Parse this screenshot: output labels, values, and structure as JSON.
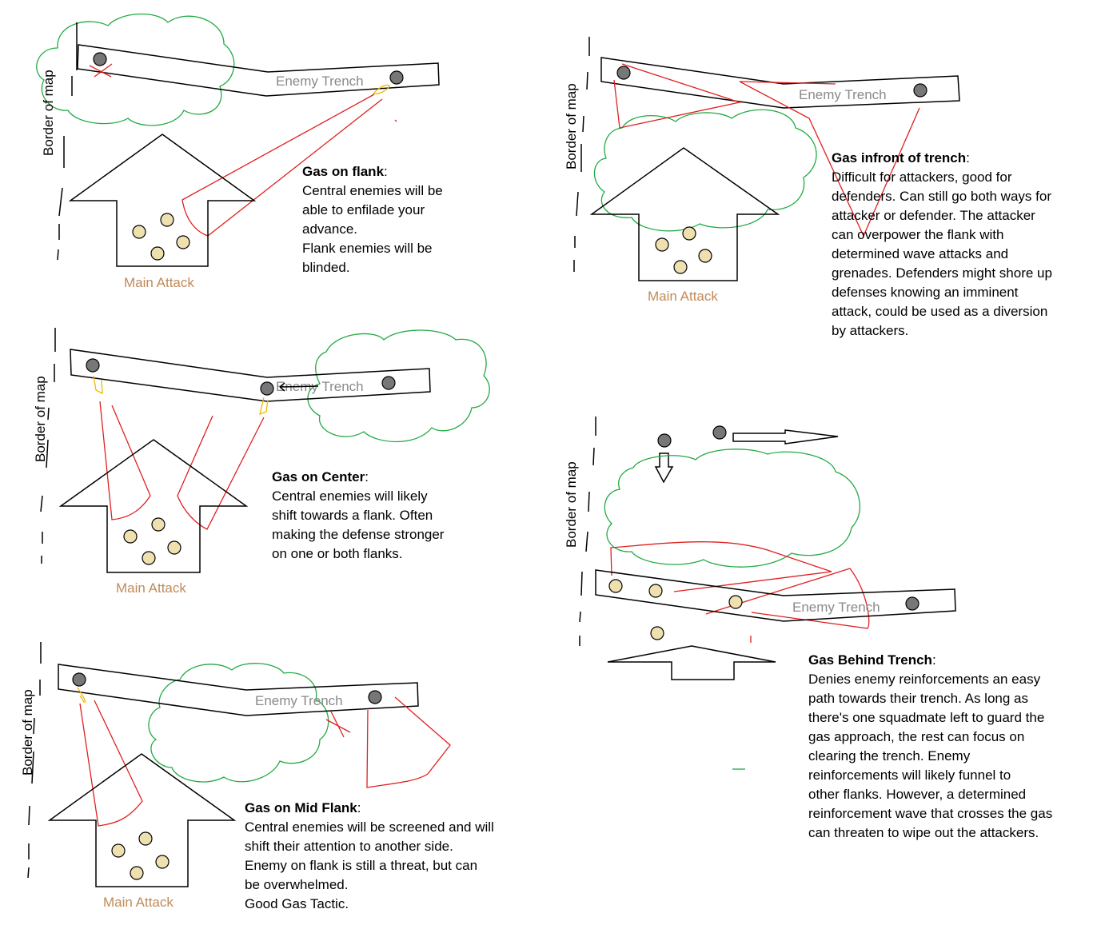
{
  "labels": {
    "enemy_trench": "Enemy Trench",
    "main_attack": "Main Attack",
    "border_of_map": "Border of map"
  },
  "colors": {
    "gas_cloud": "#22aa44",
    "line_of_sight": "#e02020",
    "muzzle_flash": "#f0b800",
    "enemy": "#777777",
    "friendly": "#efe0b0",
    "trench_label": "#8a8a8a",
    "attack_label": "#c08a5a"
  },
  "panels": [
    {
      "id": "gas-on-flank",
      "title": "Gas on flank",
      "lines": [
        "Central enemies will be",
        "able to enfilade your",
        "advance.",
        "Flank enemies will be",
        "blinded."
      ]
    },
    {
      "id": "gas-infront-of-trench",
      "title": "Gas infront of trench",
      "lines": [
        "Difficult for attackers, good for",
        "defenders. Can still go both ways for",
        "attacker or defender. The attacker",
        "can overpower the flank with",
        "determined wave attacks and",
        "grenades. Defenders might shore up",
        "defenses knowing an imminent",
        "attack, could be used as a diversion",
        "by attackers."
      ]
    },
    {
      "id": "gas-on-center",
      "title": "Gas on Center",
      "lines": [
        "Central enemies will likely",
        "shift towards a flank. Often",
        "making the defense stronger",
        "on one or both flanks."
      ]
    },
    {
      "id": "gas-behind-trench",
      "title": "Gas Behind Trench",
      "lines": [
        "Denies enemy reinforcements an easy",
        "path towards their trench. As long as",
        "there's one squadmate left to guard the",
        "gas approach, the rest can focus on",
        "clearing the trench. Enemy",
        "reinforcements will likely funnel to",
        "other flanks. However, a determined",
        "reinforcement wave that crosses the gas",
        "can threaten to wipe out the attackers."
      ]
    },
    {
      "id": "gas-on-mid-flank",
      "title": "Gas on Mid Flank",
      "lines": [
        "Central enemies will be screened and will",
        "shift their attention to another side.",
        "Enemy on flank is still a threat, but can",
        "be overwhelmed.",
        "Good Gas Tactic."
      ]
    }
  ]
}
